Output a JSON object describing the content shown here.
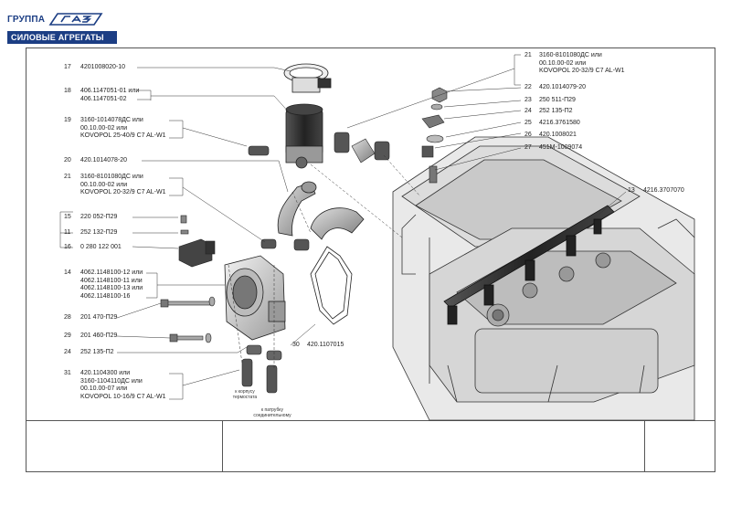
{
  "brand": {
    "group": "ГРУППА",
    "subtitle": "СИЛОВЫЕ АГРЕГАТЫ",
    "logo_color": "#1c3e84"
  },
  "callouts_left": [
    {
      "num": "17",
      "lines": [
        "4201008020-10"
      ]
    },
    {
      "num": "18",
      "lines": [
        "406.1147051-01 или",
        "406.1147051-02"
      ]
    },
    {
      "num": "19",
      "lines": [
        "3160-1014078ДС или",
        "00.10.00-02 или",
        "KOVOPOL 25-40/9 C7 AL-W1"
      ]
    },
    {
      "num": "20",
      "lines": [
        "420.1014078-20"
      ]
    },
    {
      "num": "21",
      "lines": [
        "3160-8101080ДС или",
        "00.10.00-02 или",
        "KOVOPOL 20-32/9 C7 AL-W1"
      ]
    },
    {
      "num": "15",
      "lines": [
        "220 052-П29"
      ]
    },
    {
      "num": "11",
      "lines": [
        "252 132-П29"
      ]
    },
    {
      "num": "16",
      "lines": [
        "0 280 122 001"
      ]
    },
    {
      "num": "14",
      "lines": [
        "4062.1148100-12 или",
        "4062.1148100-11 или",
        "4062.1148100-13 или",
        "4062.1148100-16"
      ]
    },
    {
      "num": "28",
      "lines": [
        "201 470-П29"
      ]
    },
    {
      "num": "29",
      "lines": [
        "201 460-П29"
      ]
    },
    {
      "num": "24",
      "lines": [
        "252 135-П2"
      ]
    },
    {
      "num": "31",
      "lines": [
        "420.1104300 или",
        "3160-1104110ДС или",
        "00.10.00-07 или",
        "KOVOPOL 10-16/9 C7 AL-W1"
      ]
    }
  ],
  "callouts_right": [
    {
      "num": "21",
      "lines": [
        "3160-8101080ДС или",
        "00.10.00-02 или",
        "KOVOPOL 20-32/9 C7 AL-W1"
      ]
    },
    {
      "num": "22",
      "lines": [
        "420.1014079-20"
      ]
    },
    {
      "num": "23",
      "lines": [
        "250 511-П29"
      ]
    },
    {
      "num": "24",
      "lines": [
        "252 135-П2"
      ]
    },
    {
      "num": "25",
      "lines": [
        "4216.3761580"
      ]
    },
    {
      "num": "26",
      "lines": [
        "420.1008021"
      ]
    },
    {
      "num": "27",
      "lines": [
        "451М-1009074"
      ]
    },
    {
      "num": "13",
      "lines": [
        "4216.3707070"
      ]
    },
    {
      "num": "30",
      "lines": [
        "420.1107015"
      ]
    }
  ],
  "notes": [
    {
      "lines": [
        "к корпусу",
        "термостата"
      ]
    },
    {
      "lines": [
        "к патрубку",
        "соединительному"
      ]
    }
  ]
}
